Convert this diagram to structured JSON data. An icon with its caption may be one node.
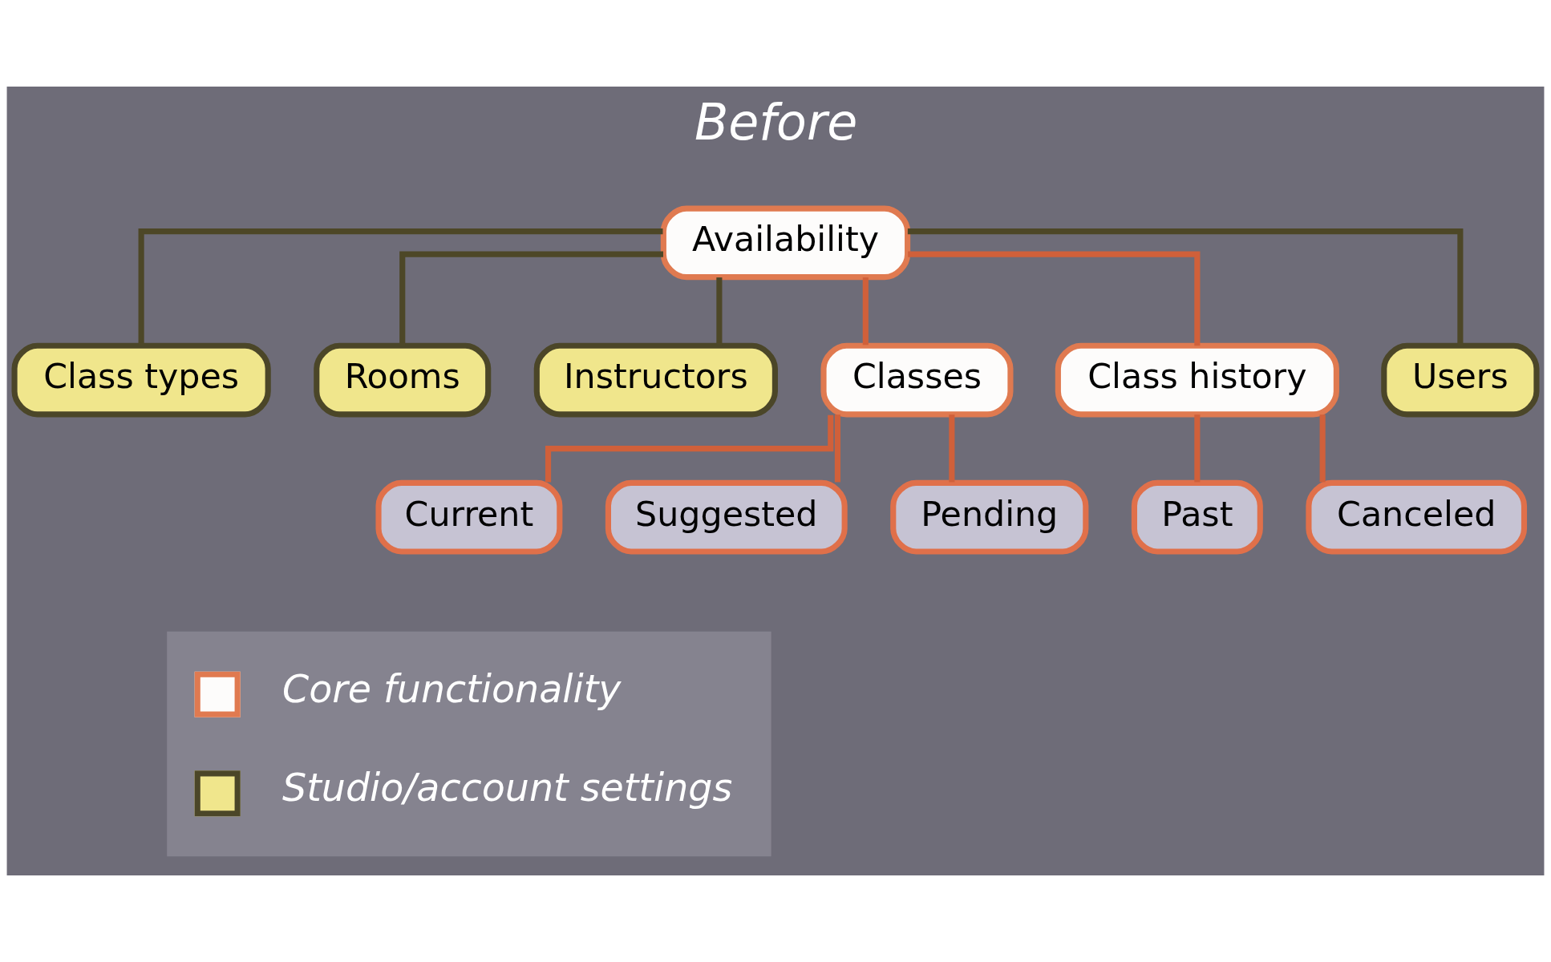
{
  "diagram": {
    "title": "Before",
    "nodes": [
      {
        "text": [
          "Availability"
        ]
      },
      {
        "text": [
          "Class types"
        ]
      },
      {
        "text": [
          "Rooms"
        ]
      },
      {
        "text": [
          "Instructors"
        ]
      },
      {
        "text": [
          "Classes"
        ]
      },
      {
        "text": [
          "Current"
        ]
      },
      {
        "text": [
          "Suggested"
        ]
      },
      {
        "text": [
          "Pending"
        ]
      },
      {
        "text": [
          "Class history"
        ]
      },
      {
        "text": [
          "Past"
        ]
      },
      {
        "text": [
          "Canceled"
        ]
      },
      {
        "text": [
          "Users"
        ]
      }
    ],
    "edges": [
      {
        "from": 0,
        "to": 1,
        "arrow": "none",
        "color": "#4d4727"
      },
      {
        "from": 0,
        "to": 2,
        "arrow": "none",
        "color": "#4d4727"
      },
      {
        "from": 0,
        "to": 3,
        "arrow": "none",
        "color": "#4d4727"
      },
      {
        "from": 0,
        "to": 4,
        "arrow": "none"
      },
      {
        "from": 4,
        "to": 5,
        "arrow": "none"
      },
      {
        "from": 4,
        "to": 6,
        "arrow": "none"
      },
      {
        "from": 4,
        "to": 7,
        "arrow": "none"
      },
      {
        "from": 0,
        "to": 8,
        "arrow": "none"
      },
      {
        "from": 8,
        "to": 9,
        "arrow": "none"
      },
      {
        "from": 8,
        "to": 10,
        "arrow": "none"
      },
      {
        "from": 0,
        "to": 11,
        "arrow": "none",
        "color": "#4d4727"
      }
    ],
    "legend": [
      {
        "text": "Core functionality",
        "color": "#fdfcfb"
      },
      {
        "text": "Studio/account settings",
        "color": "#f0e68c"
      }
    ]
  }
}
